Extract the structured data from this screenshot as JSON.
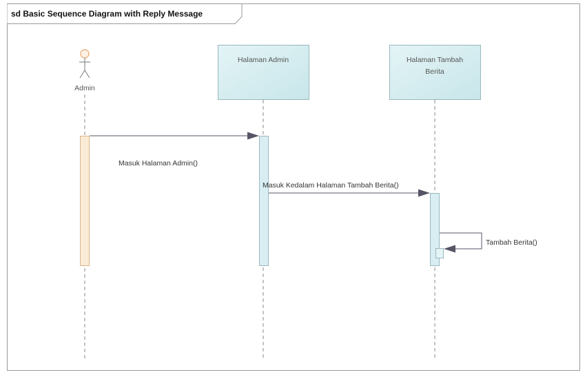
{
  "diagram": {
    "title": "sd Basic Sequence Diagram with Reply Message",
    "actors": [
      {
        "label": "Admin"
      }
    ],
    "lifelines": [
      {
        "label_lines": [
          "Halaman Admin"
        ]
      },
      {
        "label_lines": [
          "Halaman Tambah",
          "Berita"
        ]
      }
    ],
    "messages": [
      {
        "label": "Masuk Halaman Admin()"
      },
      {
        "label": "Masuk Kedalam Halaman Tambah Berita()"
      },
      {
        "label": "Tambah Berita()"
      }
    ]
  },
  "colors": {
    "frame": "#9a9a9a",
    "lifeline_fill": "#d8eef2",
    "lifeline_stroke": "#9ab8be",
    "actor_activation_fill": "#faebd7",
    "actor_activation_stroke": "#d8b58a",
    "actor_head": "#e8a86a",
    "arrow": "#555566"
  }
}
